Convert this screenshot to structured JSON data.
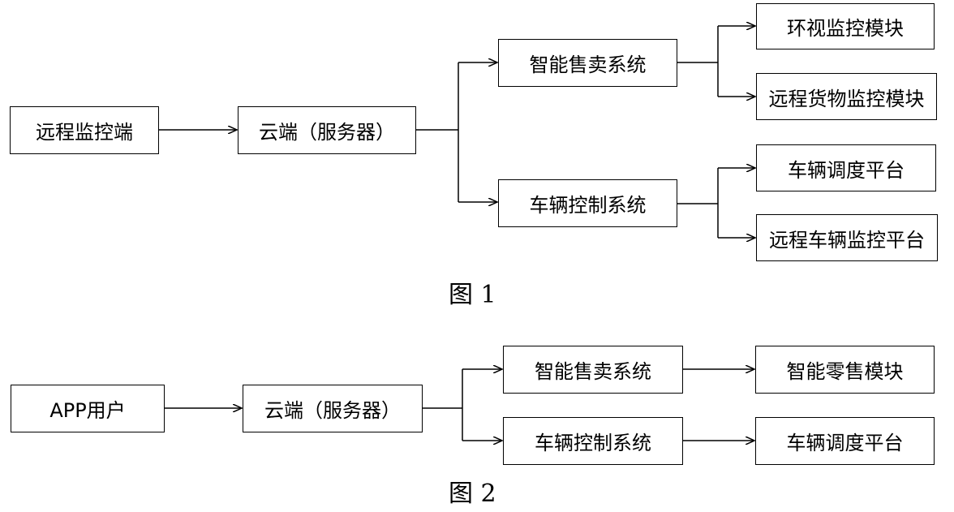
{
  "figure1": {
    "caption": "图 1",
    "nodes": {
      "remote_monitor": "远程监控端",
      "cloud": "云端（服务器）",
      "vending_system": "智能售卖系统",
      "vehicle_control": "车辆控制系统",
      "surround_view": "环视监控模块",
      "remote_goods": "远程货物监控模块",
      "vehicle_dispatch": "车辆调度平台",
      "remote_vehicle_monitor": "远程车辆监控平台"
    }
  },
  "figure2": {
    "caption": "图 2",
    "nodes": {
      "app_user": "APP用户",
      "cloud": "云端（服务器）",
      "vending_system": "智能售卖系统",
      "vehicle_control": "车辆控制系统",
      "smart_retail": "智能零售模块",
      "vehicle_dispatch": "车辆调度平台"
    }
  }
}
